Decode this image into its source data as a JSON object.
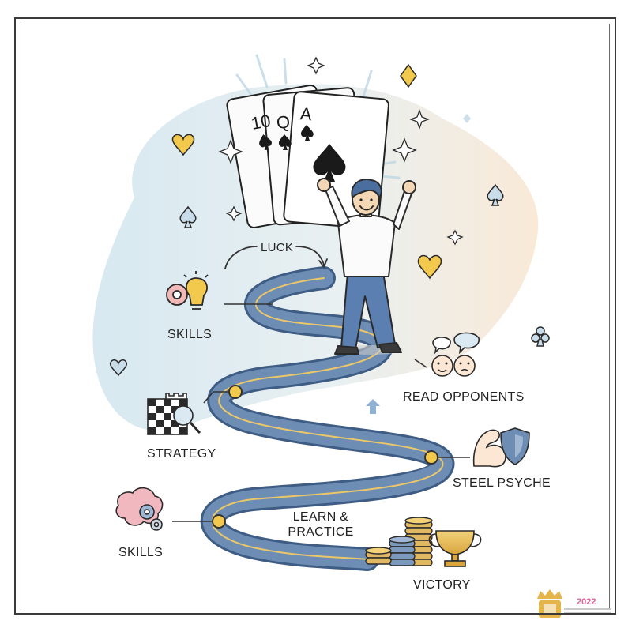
{
  "labels": {
    "luck": "LUCK",
    "skills_top": "SKILLS",
    "strategy": "STRATEGY",
    "skills_bottom": "SKILLS",
    "read_opponents": "READ OPPONENTS",
    "steel_psyche": "STEEL PSYCHE",
    "learn_practice_1": "LEARN &",
    "learn_practice_2": "PRACTICE",
    "victory": "VICTORY"
  },
  "cards": {
    "card1_rank": "10",
    "card2_rank": "Q",
    "card3_rank": "A"
  },
  "watermark": {
    "year": "2022"
  },
  "colors": {
    "road": "#4f6f96",
    "road_line": "#e9c76a",
    "accent_gold": "#e3b54b",
    "skin": "#f4d7b5",
    "jeans": "#5b7fb0",
    "blob_blue": "#d6e7f0",
    "blob_peach": "#f8e6cf"
  }
}
